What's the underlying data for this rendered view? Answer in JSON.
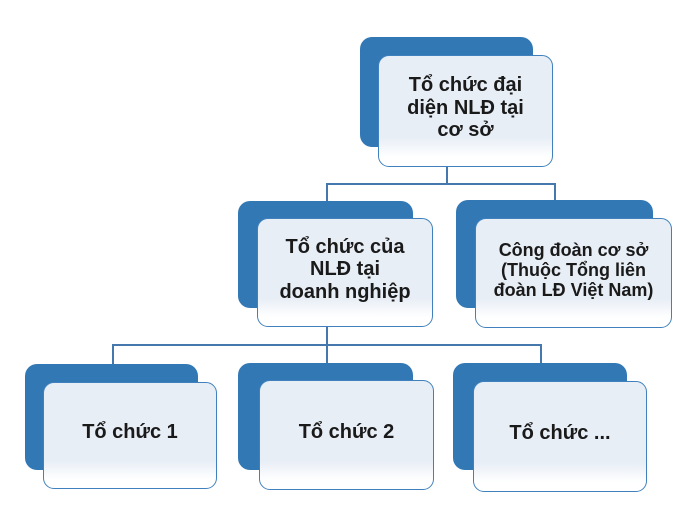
{
  "diagram": {
    "nodes": {
      "root": {
        "label": "Tổ chức đại diện NLĐ tại cơ sở",
        "lines": [
          "Tổ chức đại",
          "diện NLĐ tại",
          "cơ sở"
        ]
      },
      "l2_left": {
        "label": "Tổ chức của NLĐ tại doanh nghiệp",
        "lines": [
          "Tổ chức của",
          "NLĐ tại",
          "doanh nghiệp"
        ]
      },
      "l2_right": {
        "label": "Công đoàn cơ sở (Thuộc Tổng liên đoàn LĐ Việt Nam)",
        "lines": [
          "Công đoàn cơ sở",
          "(Thuộc Tổng liên",
          "đoàn LĐ Việt Nam)"
        ]
      },
      "b1": {
        "label": "Tổ chức 1",
        "lines": [
          "Tổ chức 1"
        ]
      },
      "b2": {
        "label": "Tổ chức 2",
        "lines": [
          "Tổ chức 2"
        ]
      },
      "b3": {
        "label": "Tổ chức ...",
        "lines": [
          "Tổ chức ..."
        ]
      }
    },
    "colors": {
      "background": "#ffffff",
      "back_fill": "#3178b5",
      "front_fill_top": "#e8eef6",
      "front_fill_bottom": "#ffffff",
      "front_border": "#4081bd",
      "connector": "#4579ae",
      "text": "#1a1a1a"
    }
  }
}
